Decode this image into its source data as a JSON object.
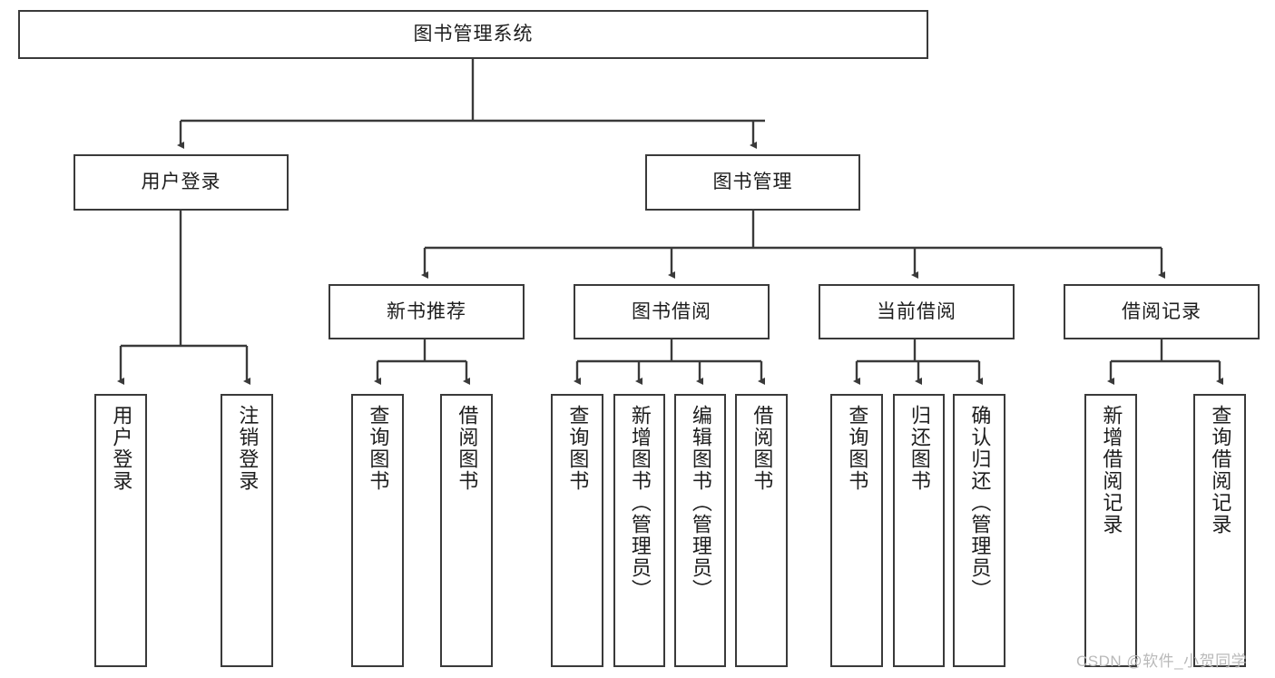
{
  "diagram": {
    "type": "tree",
    "title": "图书管理系统",
    "watermark": "CSDN @软件_小贺同学",
    "colors": {
      "node_border": "#3a3a3a",
      "node_fill": "#ffffff",
      "connector": "#3a3a3a",
      "text": "#1d1d1d",
      "watermark": "#b9b9b9"
    },
    "nodes": {
      "root": "图书管理系统",
      "level2": [
        "用户登录",
        "图书管理"
      ],
      "level3": [
        "新书推荐",
        "图书借阅",
        "当前借阅",
        "借阅记录"
      ],
      "leaves": {
        "user_login": [
          "用户登录",
          "注销登录"
        ],
        "new_book": [
          "查询图书",
          "借阅图书"
        ],
        "book_borrow": [
          "查询图书",
          "新增图书（管理员）",
          "编辑图书（管理员）",
          "借阅图书"
        ],
        "current_borrow": [
          "查询图书",
          "归还图书",
          "确认归还（管理员）"
        ],
        "borrow_record": [
          "新增借阅记录",
          "查询借阅记录"
        ]
      }
    },
    "edges": [
      {
        "from": "图书管理系统",
        "to": "用户登录"
      },
      {
        "from": "图书管理系统",
        "to": "图书管理"
      },
      {
        "from": "图书管理",
        "to": "新书推荐"
      },
      {
        "from": "图书管理",
        "to": "图书借阅"
      },
      {
        "from": "图书管理",
        "to": "当前借阅"
      },
      {
        "from": "图书管理",
        "to": "借阅记录"
      },
      {
        "from": "用户登录",
        "to": "用户登录"
      },
      {
        "from": "用户登录",
        "to": "注销登录"
      },
      {
        "from": "新书推荐",
        "to": "查询图书"
      },
      {
        "from": "新书推荐",
        "to": "借阅图书"
      },
      {
        "from": "图书借阅",
        "to": "查询图书"
      },
      {
        "from": "图书借阅",
        "to": "新增图书（管理员）"
      },
      {
        "from": "图书借阅",
        "to": "编辑图书（管理员）"
      },
      {
        "from": "图书借阅",
        "to": "借阅图书"
      },
      {
        "from": "当前借阅",
        "to": "查询图书"
      },
      {
        "from": "当前借阅",
        "to": "归还图书"
      },
      {
        "from": "当前借阅",
        "to": "确认归还（管理员）"
      },
      {
        "from": "借阅记录",
        "to": "新增借阅记录"
      },
      {
        "from": "借阅记录",
        "to": "查询借阅记录"
      }
    ]
  }
}
